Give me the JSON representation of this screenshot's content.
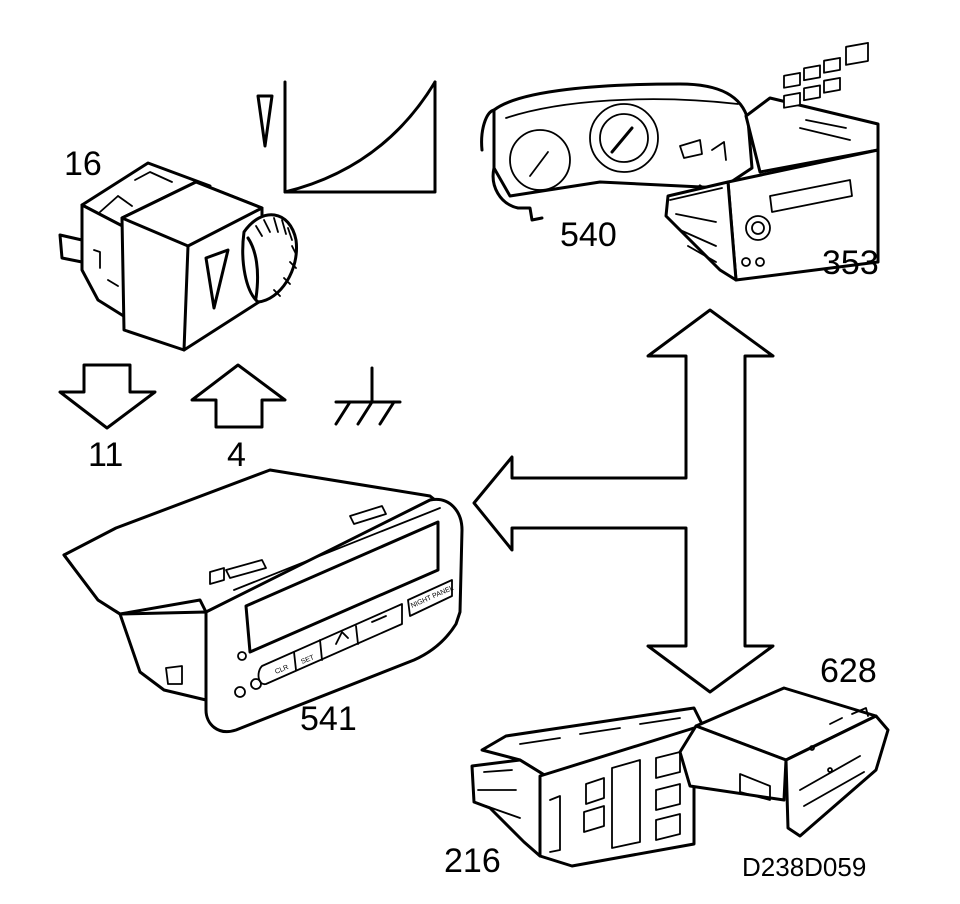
{
  "labels": {
    "switch": "16",
    "output_signal": "11",
    "input_signal": "4",
    "instrument_cluster": "540",
    "radio": "353",
    "display_unit": "541",
    "climate_control": "216",
    "cd_changer": "628"
  },
  "display_buttons": {
    "clr": "CLR",
    "set": "SET",
    "night_panel": "NIGHT PANEL"
  },
  "reference": "D238D059"
}
